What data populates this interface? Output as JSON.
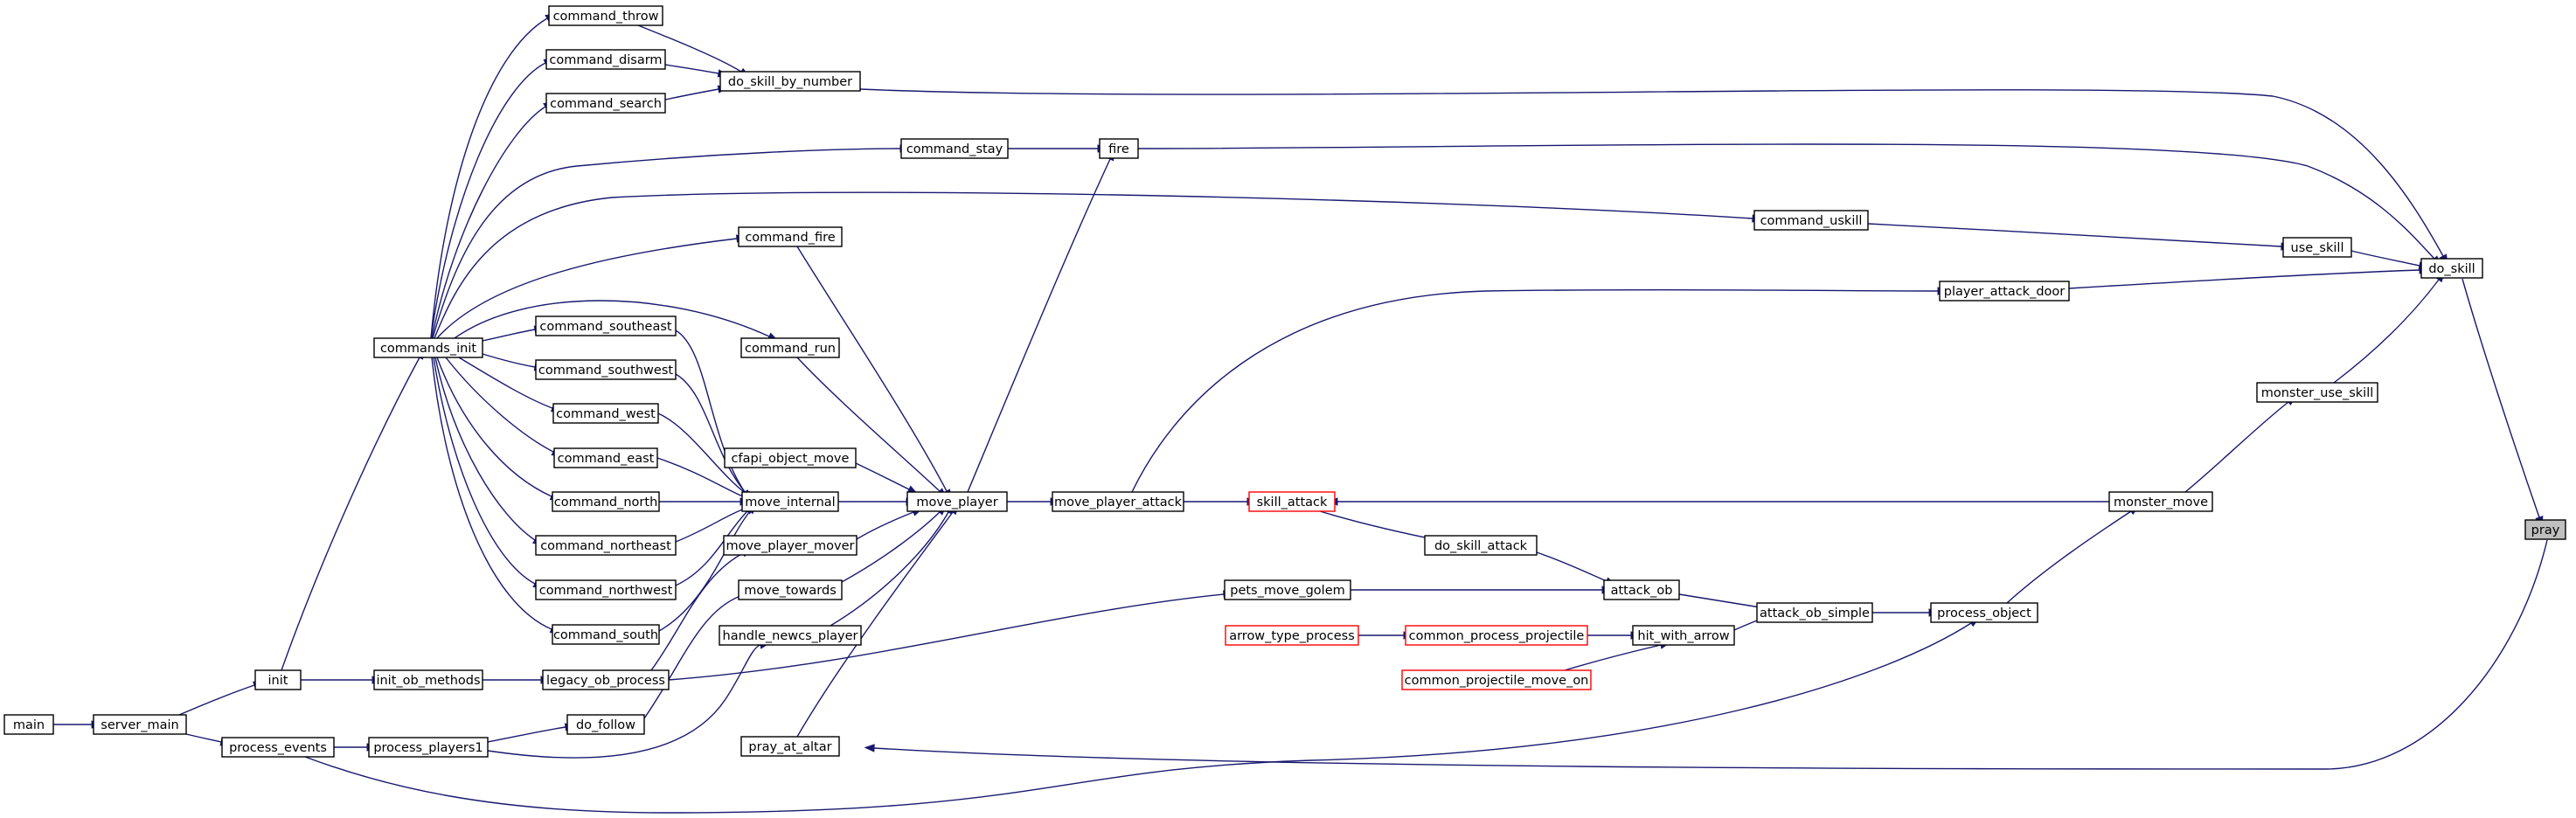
{
  "nodes": [
    {
      "id": "pray",
      "label": "pray",
      "style": "highlight"
    },
    {
      "id": "do_skill",
      "label": "do_skill"
    },
    {
      "id": "do_skill_by_number",
      "label": "do_skill_by_number"
    },
    {
      "id": "fire",
      "label": "fire"
    },
    {
      "id": "use_skill",
      "label": "use_skill"
    },
    {
      "id": "player_attack_door",
      "label": "player_attack_door"
    },
    {
      "id": "monster_use_skill",
      "label": "monster_use_skill"
    },
    {
      "id": "monster_move",
      "label": "monster_move"
    },
    {
      "id": "process_object",
      "label": "process_object"
    },
    {
      "id": "attack_ob_simple",
      "label": "attack_ob_simple"
    },
    {
      "id": "hit_with_arrow",
      "label": "hit_with_arrow"
    },
    {
      "id": "attack_ob",
      "label": "attack_ob"
    },
    {
      "id": "do_skill_attack",
      "label": "do_skill_attack"
    },
    {
      "id": "skill_attack",
      "label": "skill_attack",
      "style": "red"
    },
    {
      "id": "move_player_attack",
      "label": "move_player_attack"
    },
    {
      "id": "move_player",
      "label": "move_player"
    },
    {
      "id": "command_uskill",
      "label": "command_uskill"
    },
    {
      "id": "command_stay",
      "label": "command_stay"
    },
    {
      "id": "command_throw",
      "label": "command_throw"
    },
    {
      "id": "command_disarm",
      "label": "command_disarm"
    },
    {
      "id": "command_search",
      "label": "command_search"
    },
    {
      "id": "command_fire",
      "label": "command_fire"
    },
    {
      "id": "command_run",
      "label": "command_run"
    },
    {
      "id": "command_southeast",
      "label": "command_southeast"
    },
    {
      "id": "command_southwest",
      "label": "command_southwest"
    },
    {
      "id": "command_west",
      "label": "command_west"
    },
    {
      "id": "command_east",
      "label": "command_east"
    },
    {
      "id": "command_north",
      "label": "command_north"
    },
    {
      "id": "command_northeast",
      "label": "command_northeast"
    },
    {
      "id": "command_northwest",
      "label": "command_northwest"
    },
    {
      "id": "command_south",
      "label": "command_south"
    },
    {
      "id": "commands_init",
      "label": "commands_init"
    },
    {
      "id": "cfapi_object_move",
      "label": "cfapi_object_move"
    },
    {
      "id": "move_internal",
      "label": "move_internal"
    },
    {
      "id": "move_player_mover",
      "label": "move_player_mover"
    },
    {
      "id": "move_towards",
      "label": "move_towards"
    },
    {
      "id": "handle_newcs_player",
      "label": "handle_newcs_player"
    },
    {
      "id": "pray_at_altar",
      "label": "pray_at_altar"
    },
    {
      "id": "pets_move_golem",
      "label": "pets_move_golem"
    },
    {
      "id": "arrow_type_process",
      "label": "arrow_type_process",
      "style": "red"
    },
    {
      "id": "common_process_projectile",
      "label": "common_process_projectile",
      "style": "red"
    },
    {
      "id": "common_projectile_move_on",
      "label": "common_projectile_move_on",
      "style": "red"
    },
    {
      "id": "legacy_ob_process",
      "label": "legacy_ob_process"
    },
    {
      "id": "init_ob_methods",
      "label": "init_ob_methods"
    },
    {
      "id": "init",
      "label": "init"
    },
    {
      "id": "do_follow",
      "label": "do_follow"
    },
    {
      "id": "process_players1",
      "label": "process_players1"
    },
    {
      "id": "process_events",
      "label": "process_events"
    },
    {
      "id": "server_main",
      "label": "server_main"
    },
    {
      "id": "main",
      "label": "main"
    }
  ],
  "edges": [
    {
      "from": "do_skill",
      "to": "pray"
    },
    {
      "from": "pray_at_altar",
      "to": "pray"
    },
    {
      "from": "do_skill_by_number",
      "to": "do_skill"
    },
    {
      "from": "fire",
      "to": "do_skill"
    },
    {
      "from": "use_skill",
      "to": "do_skill"
    },
    {
      "from": "player_attack_door",
      "to": "do_skill"
    },
    {
      "from": "monster_use_skill",
      "to": "do_skill"
    },
    {
      "from": "command_throw",
      "to": "do_skill_by_number"
    },
    {
      "from": "command_disarm",
      "to": "do_skill_by_number"
    },
    {
      "from": "command_search",
      "to": "do_skill_by_number"
    },
    {
      "from": "command_stay",
      "to": "fire"
    },
    {
      "from": "move_player",
      "to": "fire"
    },
    {
      "from": "command_uskill",
      "to": "use_skill"
    },
    {
      "from": "move_player_attack",
      "to": "player_attack_door"
    },
    {
      "from": "monster_move",
      "to": "monster_use_skill"
    },
    {
      "from": "monster_move",
      "to": "skill_attack"
    },
    {
      "from": "process_object",
      "to": "monster_move"
    },
    {
      "from": "attack_ob_simple",
      "to": "process_object"
    },
    {
      "from": "process_events",
      "to": "process_object"
    },
    {
      "from": "hit_with_arrow",
      "to": "attack_ob_simple"
    },
    {
      "from": "attack_ob",
      "to": "attack_ob_simple"
    },
    {
      "from": "common_process_projectile",
      "to": "hit_with_arrow"
    },
    {
      "from": "common_projectile_move_on",
      "to": "hit_with_arrow"
    },
    {
      "from": "arrow_type_process",
      "to": "common_process_projectile"
    },
    {
      "from": "do_skill_attack",
      "to": "attack_ob"
    },
    {
      "from": "pets_move_golem",
      "to": "attack_ob"
    },
    {
      "from": "skill_attack",
      "to": "do_skill_attack"
    },
    {
      "from": "move_player_attack",
      "to": "skill_attack"
    },
    {
      "from": "move_player",
      "to": "move_player_attack"
    },
    {
      "from": "commands_init",
      "to": "command_uskill"
    },
    {
      "from": "commands_init",
      "to": "command_stay"
    },
    {
      "from": "commands_init",
      "to": "command_throw"
    },
    {
      "from": "commands_init",
      "to": "command_disarm"
    },
    {
      "from": "commands_init",
      "to": "command_search"
    },
    {
      "from": "commands_init",
      "to": "command_fire"
    },
    {
      "from": "commands_init",
      "to": "command_run"
    },
    {
      "from": "commands_init",
      "to": "command_southeast"
    },
    {
      "from": "commands_init",
      "to": "command_southwest"
    },
    {
      "from": "commands_init",
      "to": "command_west"
    },
    {
      "from": "commands_init",
      "to": "command_east"
    },
    {
      "from": "commands_init",
      "to": "command_north"
    },
    {
      "from": "commands_init",
      "to": "command_northeast"
    },
    {
      "from": "commands_init",
      "to": "command_northwest"
    },
    {
      "from": "commands_init",
      "to": "command_south"
    },
    {
      "from": "command_fire",
      "to": "move_player"
    },
    {
      "from": "command_run",
      "to": "move_player"
    },
    {
      "from": "cfapi_object_move",
      "to": "move_player"
    },
    {
      "from": "move_internal",
      "to": "move_player"
    },
    {
      "from": "move_player_mover",
      "to": "move_player"
    },
    {
      "from": "move_towards",
      "to": "move_player"
    },
    {
      "from": "handle_newcs_player",
      "to": "move_player"
    },
    {
      "from": "pray_at_altar",
      "to": "move_player"
    },
    {
      "from": "command_southeast",
      "to": "move_internal"
    },
    {
      "from": "command_southwest",
      "to": "move_internal"
    },
    {
      "from": "command_west",
      "to": "move_internal"
    },
    {
      "from": "command_east",
      "to": "move_internal"
    },
    {
      "from": "command_north",
      "to": "move_internal"
    },
    {
      "from": "command_northeast",
      "to": "move_internal"
    },
    {
      "from": "command_northwest",
      "to": "move_internal"
    },
    {
      "from": "command_south",
      "to": "move_internal"
    },
    {
      "from": "legacy_ob_process",
      "to": "move_player_mover"
    },
    {
      "from": "legacy_ob_process",
      "to": "pets_move_golem"
    },
    {
      "from": "do_follow",
      "to": "move_towards"
    },
    {
      "from": "process_players1",
      "to": "handle_newcs_player"
    },
    {
      "from": "init_ob_methods",
      "to": "legacy_ob_process"
    },
    {
      "from": "init",
      "to": "init_ob_methods"
    },
    {
      "from": "init",
      "to": "commands_init"
    },
    {
      "from": "process_players1",
      "to": "do_follow"
    },
    {
      "from": "process_events",
      "to": "process_players1"
    },
    {
      "from": "server_main",
      "to": "init"
    },
    {
      "from": "server_main",
      "to": "process_events"
    },
    {
      "from": "main",
      "to": "server_main"
    }
  ]
}
